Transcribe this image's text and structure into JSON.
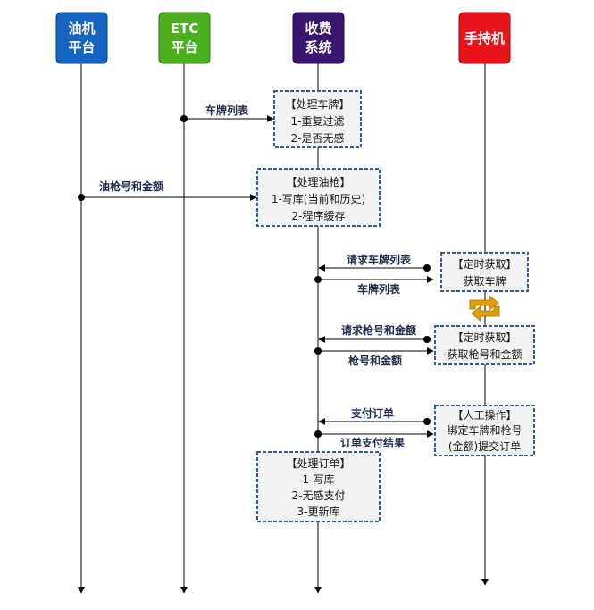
{
  "colors": {
    "oil_platform": "#1565c0",
    "etc_platform": "#4caf1f",
    "toll_system": "#3a1670",
    "handheld": "#e8141c",
    "box_border": "#2e5e9e",
    "box_fill": "#f3f3f3",
    "line": "#000000",
    "cycle_icon": "#e0a000"
  },
  "actors": [
    {
      "id": "oil",
      "line1": "油机",
      "line2": "平台"
    },
    {
      "id": "etc",
      "line1": "ETC",
      "line2": "平台"
    },
    {
      "id": "toll",
      "line1": "收费",
      "line2": "系统"
    },
    {
      "id": "handheld",
      "line1": "手持机",
      "line2": ""
    }
  ],
  "boxes": [
    {
      "id": "process-plate",
      "lines": [
        "【处理车牌】",
        "1-重复过滤",
        "2-是否无感"
      ]
    },
    {
      "id": "process-nozzle",
      "lines": [
        "【处理油枪】",
        "1-写库(当前和历史)",
        "2-程序缓存"
      ]
    },
    {
      "id": "timed-fetch-plate",
      "lines": [
        "【定时获取】",
        "获取车牌"
      ]
    },
    {
      "id": "timed-fetch-nozzle",
      "lines": [
        "【定时获取】",
        "获取枪号和金额"
      ]
    },
    {
      "id": "manual-operation",
      "lines": [
        "【人工操作】",
        "绑定车牌和枪号",
        "(金额)提交订单"
      ]
    },
    {
      "id": "process-order",
      "lines": [
        "【处理订单】",
        "1-写库",
        "2-无感支付",
        "3-更新库"
      ]
    }
  ],
  "messages": [
    {
      "id": "plate-list-push",
      "label": "车牌列表"
    },
    {
      "id": "nozzle-amount-push",
      "label": "油枪号和金额"
    },
    {
      "id": "request-plate-list",
      "label": "请求车牌列表"
    },
    {
      "id": "plate-list-reply",
      "label": "车牌列表"
    },
    {
      "id": "request-nozzle-amount",
      "label": "请求枪号和金额"
    },
    {
      "id": "nozzle-amount-reply",
      "label": "枪号和金额"
    },
    {
      "id": "pay-order",
      "label": "支付订单"
    },
    {
      "id": "order-pay-result",
      "label": "订单支付结果"
    }
  ]
}
